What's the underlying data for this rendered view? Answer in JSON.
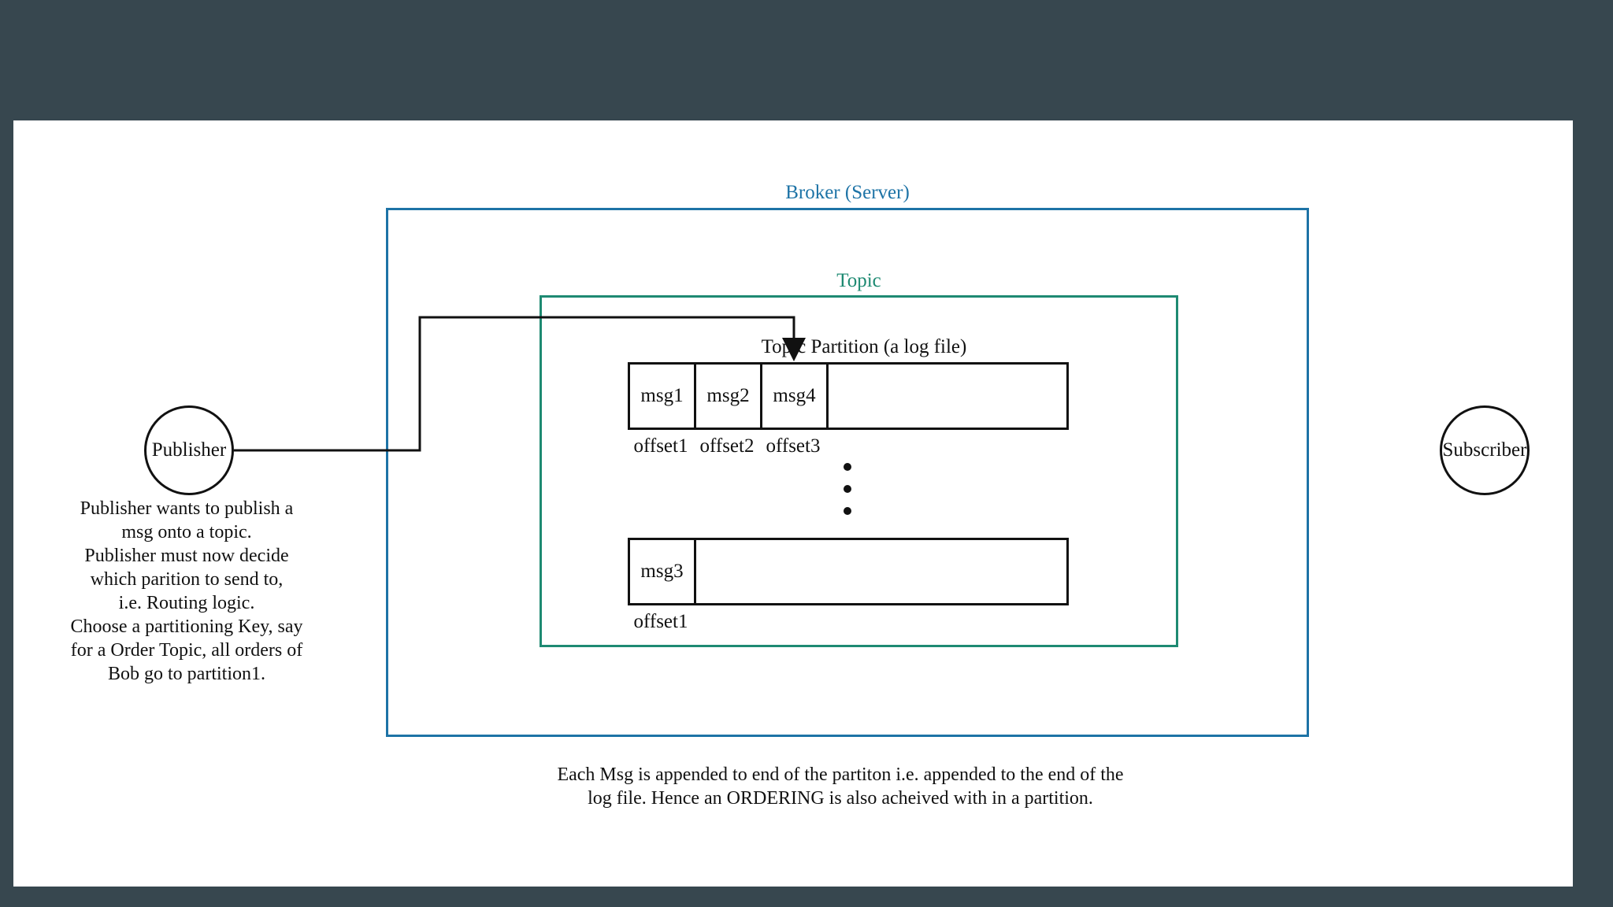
{
  "broker": {
    "label": "Broker (Server)",
    "color": "#1d73a6"
  },
  "topic": {
    "label": "Topic",
    "color": "#1e8a72"
  },
  "partition": {
    "label": "Topic Partition (a log file)",
    "first": {
      "cells": [
        "msg1",
        "msg2",
        "msg4"
      ],
      "offsets": [
        "offset1",
        "offset2",
        "offset3"
      ]
    },
    "second": {
      "cells": [
        "msg3"
      ],
      "offsets": [
        "offset1"
      ]
    }
  },
  "publisher": {
    "label": "Publisher",
    "note_lines": [
      "Publisher wants to publish a",
      "msg onto a topic.",
      "Publisher must now decide",
      "which parition to send to,",
      "i.e. Routing logic.",
      "Choose a partitioning Key,  say",
      "for a Order Topic, all orders of",
      "Bob go to partition1."
    ]
  },
  "subscriber": {
    "label": "Subscriber"
  },
  "bottom_note": {
    "lines": [
      "Each Msg is appended to end of the partiton i.e. appended to the end of the",
      "log file. Hence an ORDERING is also acheived with in a partition."
    ]
  },
  "colors": {
    "frame": "#37474f",
    "canvas": "#ffffff",
    "stroke": "#111111"
  }
}
